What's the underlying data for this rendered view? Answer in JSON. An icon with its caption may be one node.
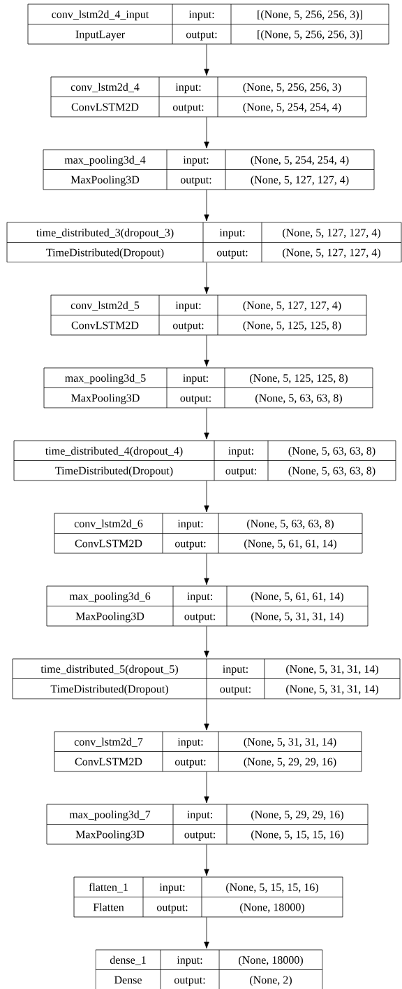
{
  "diagram": {
    "nodes": [
      {
        "text": [
          "conv_lstm2d_4_input",
          "input:",
          "[(None, 5, 256, 256, 3)]",
          "InputLayer",
          "output:",
          "[(None, 5, 256, 256, 3)]"
        ]
      },
      {
        "text": [
          "conv_lstm2d_4",
          "input:",
          "(None, 5, 256, 256, 3)",
          "ConvLSTM2D",
          "output:",
          "(None, 5, 254, 254, 4)"
        ]
      },
      {
        "text": [
          "max_pooling3d_4",
          "input:",
          "(None, 5, 254, 254, 4)",
          "MaxPooling3D",
          "output:",
          "(None, 5, 127, 127, 4)"
        ]
      },
      {
        "text": [
          "time_distributed_3(dropout_3)",
          "input:",
          "(None, 5, 127, 127, 4)",
          "TimeDistributed(Dropout)",
          "output:",
          "(None, 5, 127, 127, 4)"
        ]
      },
      {
        "text": [
          "conv_lstm2d_5",
          "input:",
          "(None, 5, 127, 127, 4)",
          "ConvLSTM2D",
          "output:",
          "(None, 5, 125, 125, 8)"
        ]
      },
      {
        "text": [
          "max_pooling3d_5",
          "input:",
          "(None, 5, 125, 125, 8)",
          "MaxPooling3D",
          "output:",
          "(None, 5, 63, 63, 8)"
        ]
      },
      {
        "text": [
          "time_distributed_4(dropout_4)",
          "input:",
          "(None, 5, 63, 63, 8)",
          "TimeDistributed(Dropout)",
          "output:",
          "(None, 5, 63, 63, 8)"
        ]
      },
      {
        "text": [
          "conv_lstm2d_6",
          "input:",
          "(None, 5, 63, 63, 8)",
          "ConvLSTM2D",
          "output:",
          "(None, 5, 61, 61, 14)"
        ]
      },
      {
        "text": [
          "max_pooling3d_6",
          "input:",
          "(None, 5, 61, 61, 14)",
          "MaxPooling3D",
          "output:",
          "(None, 5, 31, 31, 14)"
        ]
      },
      {
        "text": [
          "time_distributed_5(dropout_5)",
          "input:",
          "(None, 5, 31, 31, 14)",
          "TimeDistributed(Dropout)",
          "output:",
          "(None, 5, 31, 31, 14)"
        ]
      },
      {
        "text": [
          "conv_lstm2d_7",
          "input:",
          "(None, 5, 31, 31, 14)",
          "ConvLSTM2D",
          "output:",
          "(None, 5, 29, 29, 16)"
        ]
      },
      {
        "text": [
          "max_pooling3d_7",
          "input:",
          "(None, 5, 29, 29, 16)",
          "MaxPooling3D",
          "output:",
          "(None, 5, 15, 15, 16)"
        ]
      },
      {
        "text": [
          "flatten_1",
          "input:",
          "(None, 5, 15, 15, 16)",
          "Flatten",
          "output:",
          "(None, 18000)"
        ]
      },
      {
        "text": [
          "dense_1",
          "input:",
          "(None, 18000)",
          "Dense",
          "output:",
          "(None, 2)"
        ]
      }
    ],
    "edges": [
      {
        "from": 0,
        "to": 1,
        "arrow": "to"
      },
      {
        "from": 1,
        "to": 2,
        "arrow": "to"
      },
      {
        "from": 2,
        "to": 3,
        "arrow": "to"
      },
      {
        "from": 3,
        "to": 4,
        "arrow": "to"
      },
      {
        "from": 4,
        "to": 5,
        "arrow": "to"
      },
      {
        "from": 5,
        "to": 6,
        "arrow": "to"
      },
      {
        "from": 6,
        "to": 7,
        "arrow": "to"
      },
      {
        "from": 7,
        "to": 8,
        "arrow": "to"
      },
      {
        "from": 8,
        "to": 9,
        "arrow": "to"
      },
      {
        "from": 9,
        "to": 10,
        "arrow": "to"
      },
      {
        "from": 10,
        "to": 11,
        "arrow": "to"
      },
      {
        "from": 11,
        "to": 12,
        "arrow": "to"
      },
      {
        "from": 12,
        "to": 13,
        "arrow": "to"
      }
    ]
  }
}
